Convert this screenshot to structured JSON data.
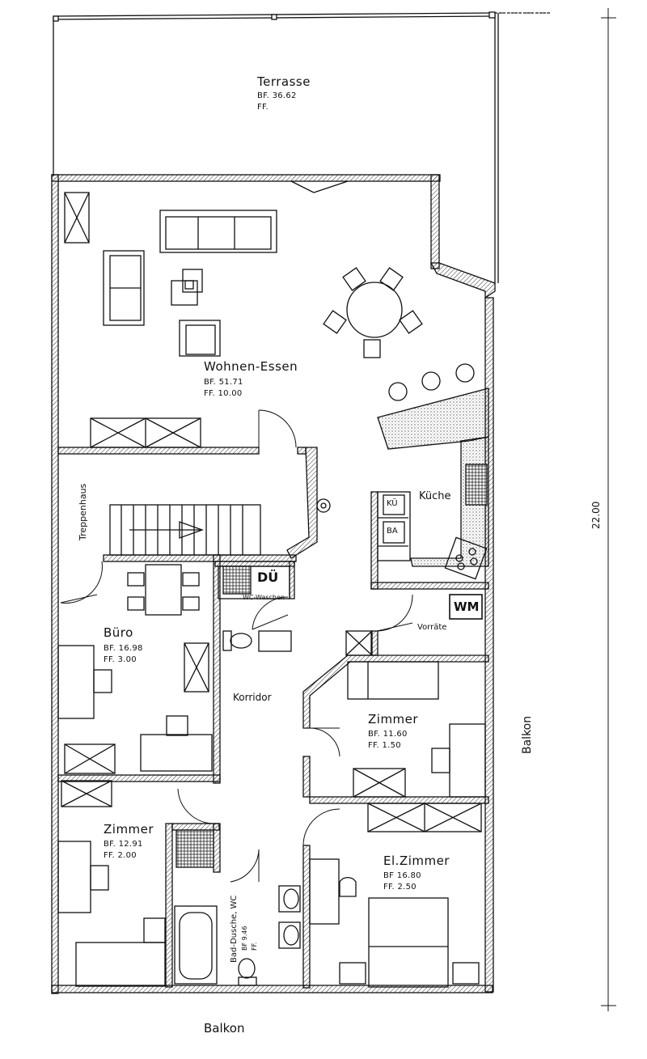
{
  "rooms": {
    "terrasse": {
      "name": "Terrasse",
      "bf": "BF.  36.62",
      "ff": "FF."
    },
    "wohnen": {
      "name": "Wohnen-Essen",
      "bf": "BF.  51.71",
      "ff": "FF.  10.00"
    },
    "kueche": {
      "name": "Küche",
      "ku": "KÜ",
      "ba": "BA"
    },
    "treppenhaus": {
      "name": "Treppenhaus"
    },
    "du": {
      "name": "DÜ"
    },
    "wc_waschen": {
      "name": "WC-Waschen"
    },
    "vorraete": {
      "name": "Vorräte",
      "wm": "WM"
    },
    "buero": {
      "name": "Büro",
      "bf": "BF.  16.98",
      "ff": "FF.  3.00"
    },
    "korridor": {
      "name": "Korridor"
    },
    "zimmer1": {
      "name": "Zimmer",
      "bf": "BF.  11.60",
      "ff": "FF.  1.50"
    },
    "zimmer2": {
      "name": "Zimmer",
      "bf": "BF.  12.91",
      "ff": "FF.  2.00"
    },
    "bad": {
      "name": "Bad-Dusche, WC",
      "bf": "BF  9.46",
      "ff": "FF."
    },
    "elzimmer": {
      "name": "El.Zimmer",
      "bf": "BF  16.80",
      "ff": "FF.  2.50"
    }
  },
  "balkon_right": "Balkon",
  "balkon_bottom": "Balkon",
  "dimension": "22.00"
}
